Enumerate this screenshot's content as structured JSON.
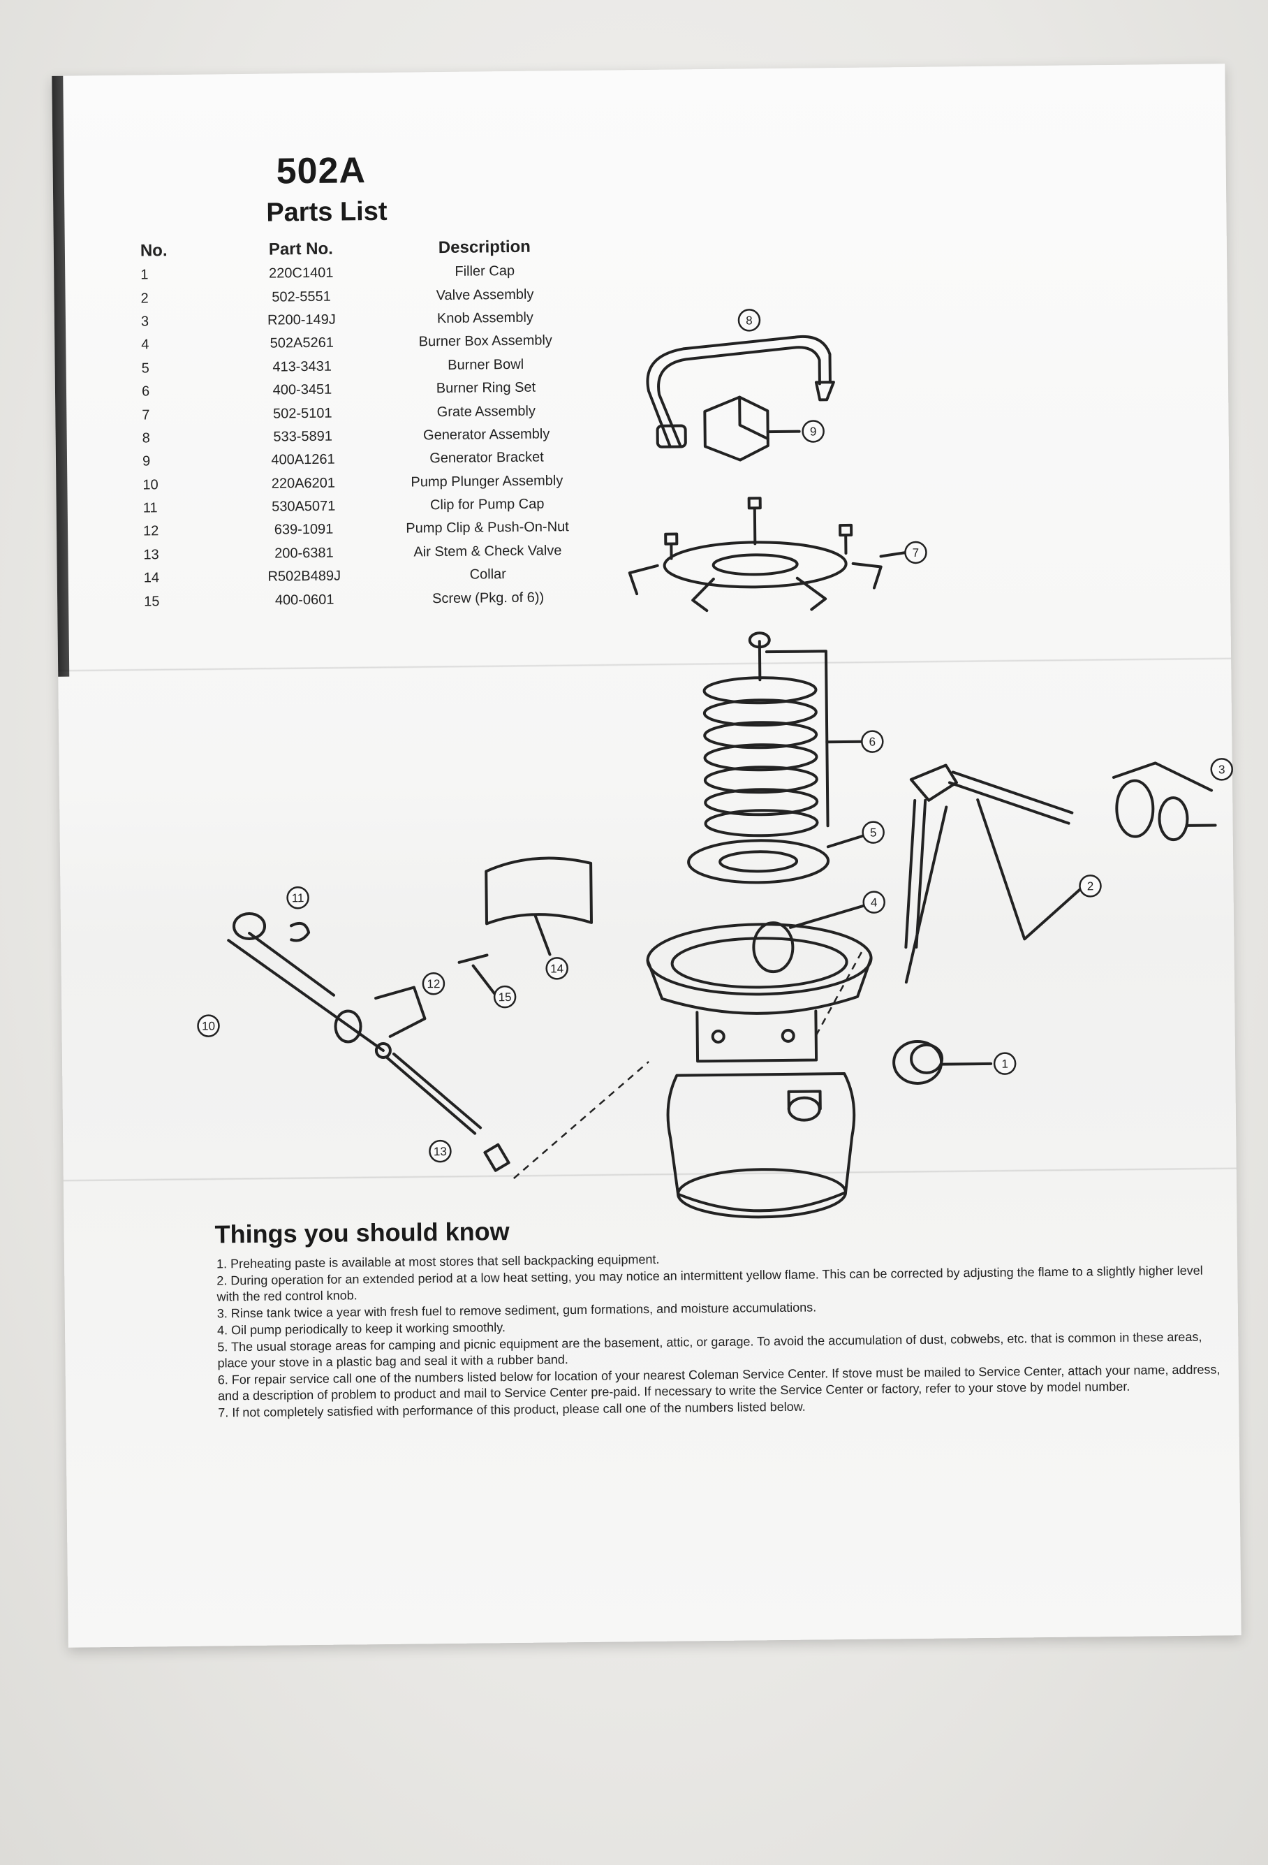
{
  "header": {
    "model": "502A",
    "list_title": "Parts List"
  },
  "columns": {
    "no": "No.",
    "part": "Part No.",
    "desc": "Description"
  },
  "parts": [
    {
      "no": "1",
      "part": "220C1401",
      "desc": "Filler Cap"
    },
    {
      "no": "2",
      "part": "502-5551",
      "desc": "Valve Assembly"
    },
    {
      "no": "3",
      "part": "R200-149J",
      "desc": "Knob Assembly"
    },
    {
      "no": "4",
      "part": "502A5261",
      "desc": "Burner Box Assembly"
    },
    {
      "no": "5",
      "part": "413-3431",
      "desc": "Burner Bowl"
    },
    {
      "no": "6",
      "part": "400-3451",
      "desc": "Burner Ring Set"
    },
    {
      "no": "7",
      "part": "502-5101",
      "desc": "Grate Assembly"
    },
    {
      "no": "8",
      "part": "533-5891",
      "desc": "Generator Assembly"
    },
    {
      "no": "9",
      "part": "400A1261",
      "desc": "Generator Bracket"
    },
    {
      "no": "10",
      "part": "220A6201",
      "desc": "Pump Plunger Assembly"
    },
    {
      "no": "11",
      "part": "530A5071",
      "desc": "Clip for Pump Cap"
    },
    {
      "no": "12",
      "part": "639-1091",
      "desc": "Pump Clip & Push-On-Nut"
    },
    {
      "no": "13",
      "part": "200-6381",
      "desc": "Air Stem & Check Valve"
    },
    {
      "no": "14",
      "part": "R502B489J",
      "desc": "Collar"
    },
    {
      "no": "15",
      "part": "400-0601",
      "desc": "Screw (Pkg. of 6))"
    }
  ],
  "diagram_callouts": {
    "c1": "1",
    "c2": "2",
    "c3": "3",
    "c4": "4",
    "c5": "5",
    "c6": "6",
    "c7": "7",
    "c8": "8",
    "c9": "9",
    "c10": "10",
    "c11": "11",
    "c12": "12",
    "c13": "13",
    "c14": "14",
    "c15": "15"
  },
  "notes": {
    "title": "Things you should know",
    "items": [
      "1. Preheating paste is available at most stores that sell backpacking equipment.",
      "2. During operation for an extended period at a low heat setting, you may notice an intermittent yellow flame. This can be corrected by adjusting the flame to a slightly higher level with the red control knob.",
      "3. Rinse tank twice a year with fresh fuel to remove sediment, gum formations, and moisture accumulations.",
      "4. Oil pump periodically to keep it working smoothly.",
      "5. The usual storage areas for camping and picnic equipment are the basement, attic, or garage. To avoid the accumulation of dust, cobwebs, etc. that is common in these areas, place your stove in a plastic bag and seal it with a rubber band.",
      "6. For repair service call one of the numbers listed below for location of your nearest Coleman Service Center. If stove must be mailed to Service Center, attach your name, address, and a description of problem to product and mail to Service Center pre-paid. If necessary to write the Service Center or factory, refer to your stove by model number.",
      "7. If not completely satisfied with performance of this product, please call one of the numbers listed below."
    ]
  },
  "colors": {
    "ink": "#1a1a1a",
    "paper": "#f7f7f6",
    "spine": "#2b2b2b"
  }
}
